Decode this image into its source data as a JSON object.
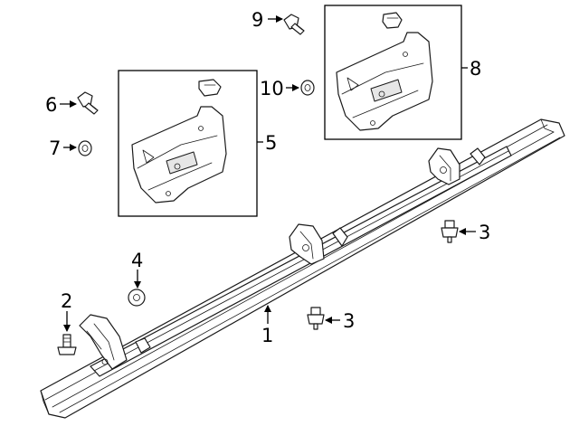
{
  "callouts": {
    "c1": "1",
    "c2": "2",
    "c3a": "3",
    "c3b": "3",
    "c4": "4",
    "c5": "5",
    "c6": "6",
    "c7": "7",
    "c8": "8",
    "c9": "9",
    "c10": "10"
  }
}
